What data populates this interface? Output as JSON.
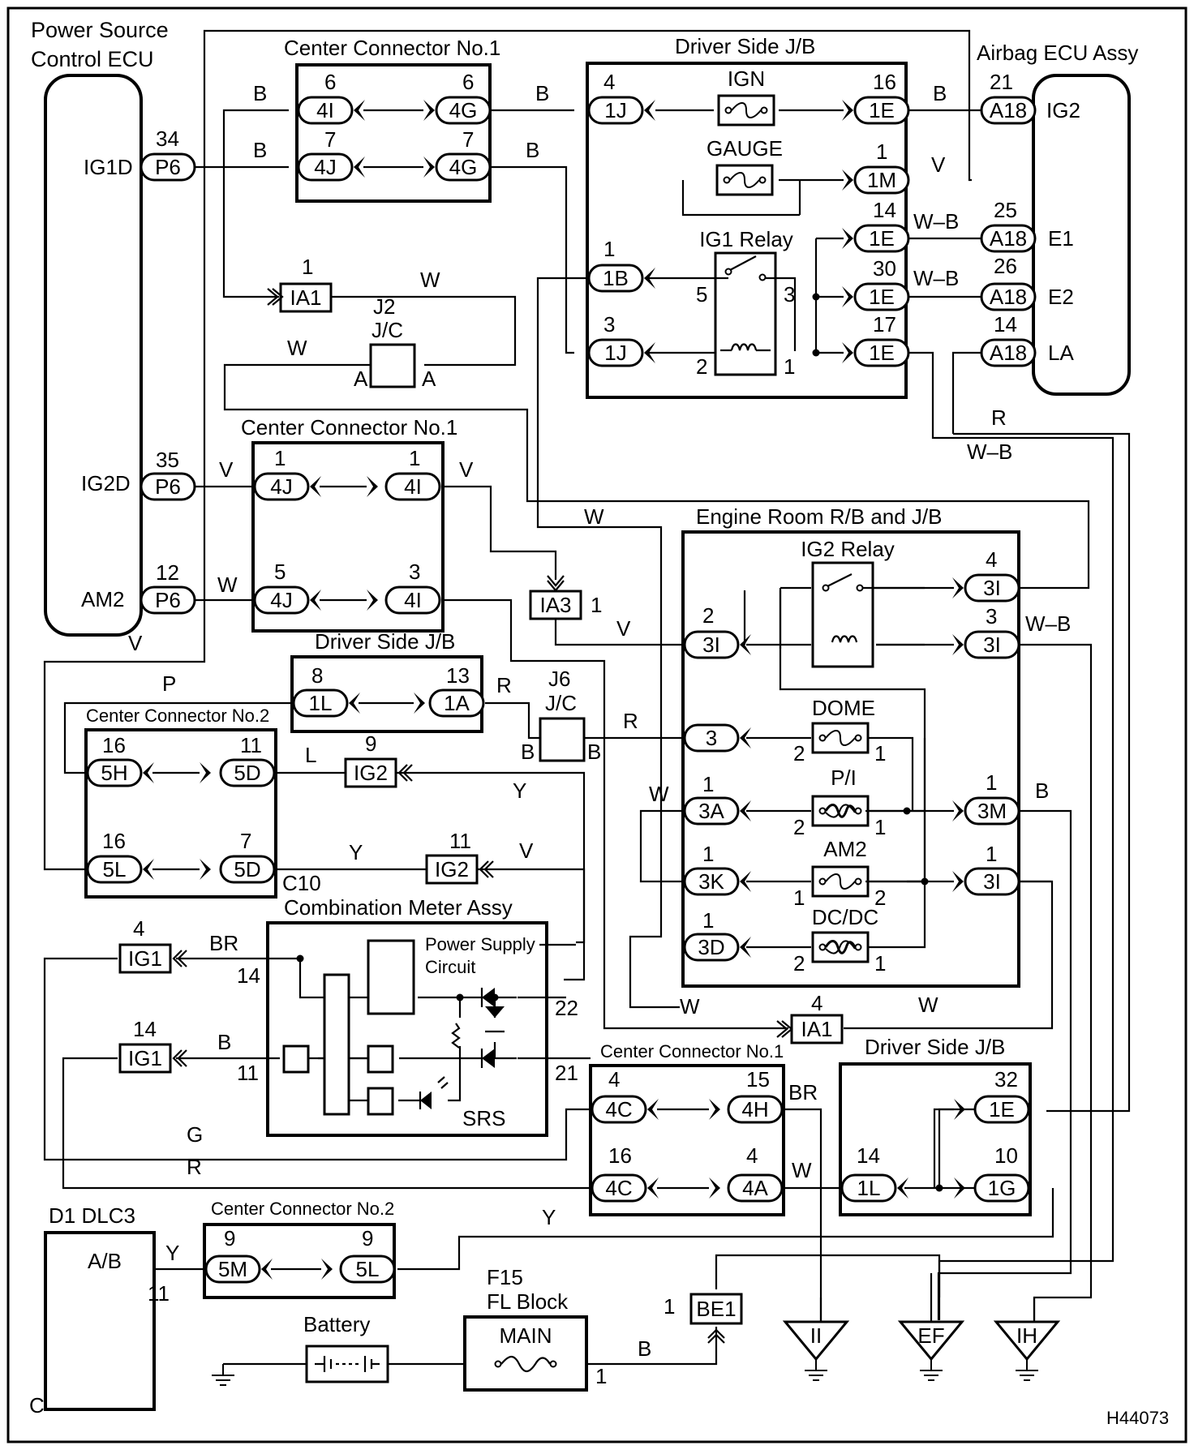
{
  "figure_code": "H44073",
  "page_letter": "C",
  "components": {
    "power_source_ecu": {
      "title_l1": "Power Source",
      "title_l2": "Control ECU",
      "pins": [
        {
          "name": "IG1D",
          "num": "34",
          "conn": "P6"
        },
        {
          "name": "IG2D",
          "num": "35",
          "conn": "P6"
        },
        {
          "name": "AM2",
          "num": "12",
          "conn": "P6"
        }
      ]
    },
    "cc1_top": {
      "title": "Center Connector No.1",
      "rows": [
        {
          "ln": "6",
          "lc": "4I",
          "rn": "6",
          "rc": "4G"
        },
        {
          "ln": "7",
          "lc": "4J",
          "rn": "7",
          "rc": "4G"
        }
      ]
    },
    "driver_jb_top": {
      "title": "Driver Side J/B",
      "fuse_ign": "IGN",
      "fuse_gauge": "GAUGE",
      "relay": "IG1 Relay",
      "left": [
        {
          "n": "4",
          "c": "1J"
        },
        {
          "n": "1",
          "c": "1B"
        },
        {
          "n": "3",
          "c": "1J"
        }
      ],
      "right": [
        {
          "n": "16",
          "c": "1E"
        },
        {
          "n": "1",
          "c": "1M"
        },
        {
          "n": "14",
          "c": "1E"
        },
        {
          "n": "30",
          "c": "1E"
        },
        {
          "n": "17",
          "c": "1E"
        }
      ],
      "relay_pins": [
        "5",
        "3",
        "2",
        "1"
      ]
    },
    "airbag_ecu": {
      "title": "Airbag ECU Assy",
      "pins": [
        {
          "n": "21",
          "c": "A18",
          "name": "IG2"
        },
        {
          "n": "25",
          "c": "A18",
          "name": "E1"
        },
        {
          "n": "26",
          "c": "A18",
          "name": "E2"
        },
        {
          "n": "14",
          "c": "A18",
          "name": "LA"
        }
      ]
    },
    "ia1_top": {
      "num": "1",
      "label": "IA1"
    },
    "j2": {
      "name": "J2",
      "sub": "J/C",
      "pin": "A"
    },
    "cc1_mid": {
      "title": "Center Connector No.1",
      "rows": [
        {
          "ln": "1",
          "lc": "4J",
          "rn": "1",
          "rc": "4I"
        },
        {
          "ln": "5",
          "lc": "4J",
          "rn": "3",
          "rc": "4I"
        }
      ]
    },
    "ia3": {
      "label": "IA3",
      "num": "1"
    },
    "engine_rb": {
      "title": "Engine Room R/B and J/B",
      "relay": "IG2 Relay",
      "fuses": [
        "DOME",
        "P/I",
        "AM2",
        "DC/DC"
      ],
      "left": [
        {
          "n": "2",
          "c": "3I"
        },
        {
          "n": "",
          "c": "3"
        },
        {
          "n": "1",
          "c": "3A"
        },
        {
          "n": "1",
          "c": "3K"
        },
        {
          "n": "1",
          "c": "3D"
        }
      ],
      "right": [
        {
          "n": "4",
          "c": "3I"
        },
        {
          "n": "3",
          "c": "3I"
        },
        {
          "n": "1",
          "c": "3M"
        },
        {
          "n": "1",
          "c": "3I"
        }
      ],
      "fuse_pins": [
        "2",
        "1",
        "2",
        "1",
        "1",
        "2",
        "2",
        "1"
      ]
    },
    "driver_jb_mid": {
      "title": "Driver Side J/B",
      "ln": "8",
      "lc": "1L",
      "rn": "13",
      "rc": "1A"
    },
    "j6": {
      "name": "J6",
      "sub": "J/C",
      "pin": "B"
    },
    "cc2_left": {
      "title": "Center Connector No.2",
      "rows": [
        {
          "ln": "16",
          "lc": "5H",
          "rn": "11",
          "rc": "5D"
        },
        {
          "ln": "16",
          "lc": "5L",
          "rn": "7",
          "rc": "5D"
        }
      ],
      "code": "C10"
    },
    "ig2_top": {
      "num": "9",
      "label": "IG2"
    },
    "ig2_bot": {
      "num": "11",
      "label": "IG2"
    },
    "combo_meter": {
      "title": "Combination Meter Assy",
      "psc_l1": "Power Supply",
      "psc_l2": "Circuit",
      "srs": "SRS",
      "pins": [
        "14",
        "11",
        "22",
        "21"
      ]
    },
    "ig1_top": {
      "num": "4",
      "label": "IG1"
    },
    "ig1_bot": {
      "num": "14",
      "label": "IG1"
    },
    "ia1_bot": {
      "num": "4",
      "label": "IA1"
    },
    "cc1_bot": {
      "title": "Center Connector No.1",
      "rows": [
        {
          "ln": "4",
          "lc": "4C",
          "rn": "15",
          "rc": "4H"
        },
        {
          "ln": "16",
          "lc": "4C",
          "rn": "4",
          "rc": "4A"
        }
      ]
    },
    "driver_jb_bot": {
      "title": "Driver Side J/B",
      "top_n": "32",
      "top_c": "1E",
      "ln": "14",
      "lc": "1L",
      "rn": "10",
      "rc": "1G"
    },
    "dlc3": {
      "title": "D1 DLC3",
      "label": "A/B",
      "pin": "11"
    },
    "cc2_bot": {
      "title": "Center Connector No.2",
      "ln": "9",
      "lc": "5M",
      "rn": "9",
      "rc": "5L"
    },
    "battery": {
      "label": "Battery"
    },
    "fl_block": {
      "name": "F15",
      "title": "FL Block",
      "fuse": "MAIN",
      "pin": "1"
    },
    "be1": {
      "num": "1",
      "label": "BE1"
    },
    "grounds": [
      "II",
      "EF",
      "IH"
    ]
  },
  "wire_colors": {
    "b": "B",
    "v": "V",
    "w": "W",
    "wb": "W–B",
    "r": "R",
    "p": "P",
    "l": "L",
    "y": "Y",
    "br": "BR",
    "g": "G"
  }
}
